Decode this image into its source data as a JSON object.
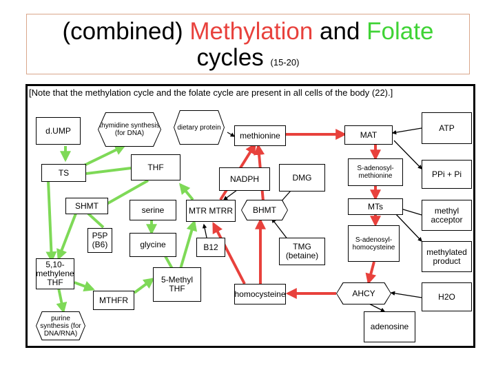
{
  "title": {
    "part1": "(combined) ",
    "methylation": "Methylation",
    "and": " and ",
    "folate": "Folate",
    "line2": "cycles",
    "ref": "(15-20)"
  },
  "note": "[Note that the methylation cycle and the folate cycle are present in all cells of the body (22).]",
  "nodes": {
    "dump": "d.UMP",
    "thymidine": "thymidine synthesis (for DNA)",
    "dietary": "dietary protein",
    "methionine": "methionine",
    "mat": "MAT",
    "atp": "ATP",
    "ts": "TS",
    "thf": "THF",
    "nadph": "NADPH",
    "dmg": "DMG",
    "sam": "S-adenosyl-methionine",
    "ppi": "PPi + Pi",
    "shmt": "SHMT",
    "serine": "serine",
    "mtr": "MTR MTRR",
    "bhmt": "BHMT",
    "mts": "MTs",
    "methyl_acceptor": "methyl acceptor",
    "p5p": "P5P (B6)",
    "glycine": "glycine",
    "b12": "B12",
    "tmg": "TMG (betaine)",
    "sah": "S-adenosyl-homocysteine",
    "methylated": "methylated product",
    "mthf": "5,10-methylene THF",
    "methyl_thf": "5-Methyl THF",
    "homocysteine": "homocysteine",
    "ahcy": "AHCY",
    "h2o": "H2O",
    "mthfr": "MTHFR",
    "purine": "purine synthesis (for DNA/RNA)",
    "adenosine": "adenosine"
  },
  "colors": {
    "green_arrow": "#7ed957",
    "red_arrow": "#e8413c",
    "black_line": "#000000",
    "title_border": "#d9a58a"
  }
}
